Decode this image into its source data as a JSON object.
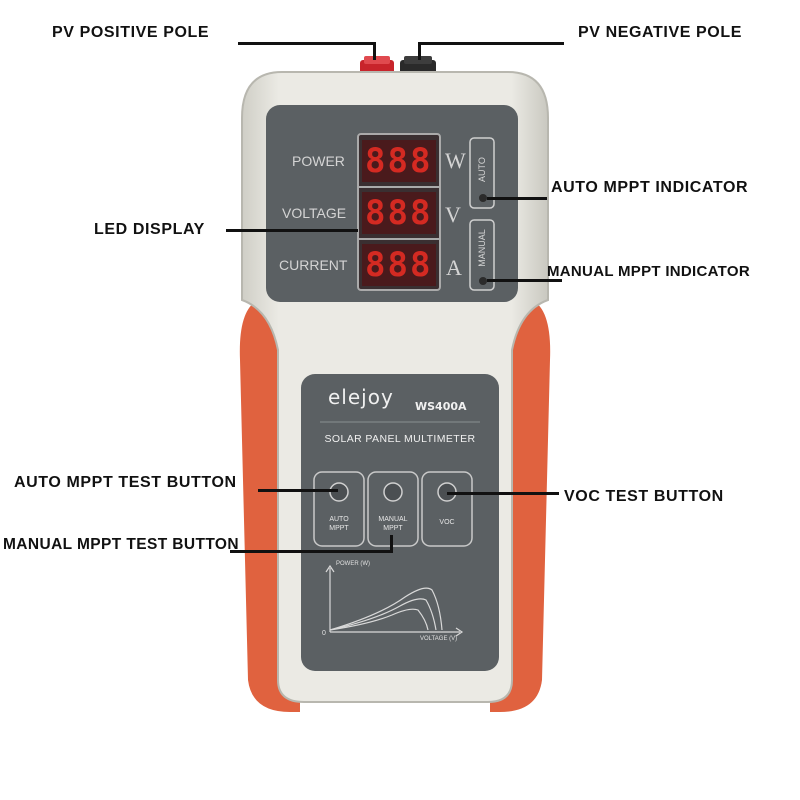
{
  "callouts": {
    "pv_positive": "PV POSITIVE POLE",
    "pv_negative": "PV NEGATIVE POLE",
    "led_display": "LED DISPLAY",
    "auto_indicator": "AUTO MPPT INDICATOR",
    "manual_indicator": "MANUAL MPPT INDICATOR",
    "auto_test_button": "AUTO MPPT TEST BUTTON",
    "manual_test_button": "MANUAL MPPT TEST BUTTON",
    "voc_test_button": "VOC TEST BUTTON"
  },
  "display": {
    "rows": [
      {
        "label": "POWER",
        "unit": "W",
        "digits": "888"
      },
      {
        "label": "VOLTAGE",
        "unit": "V",
        "digits": "888"
      },
      {
        "label": "CURRENT",
        "unit": "A",
        "digits": "888"
      }
    ],
    "indicator_auto": "AUTO",
    "indicator_manual": "MANUAL"
  },
  "panel": {
    "brand": "elejoy",
    "model": "WS400A",
    "subtitle": "SOLAR PANEL MULTIMETER",
    "buttons": [
      {
        "line1": "AUTO",
        "line2": "MPPT"
      },
      {
        "line1": "MANUAL",
        "line2": "MPPT"
      },
      {
        "line1": "VOC",
        "line2": ""
      }
    ],
    "graph": {
      "y_label": "POWER (W)",
      "x_label": "VOLTAGE (V)",
      "origin": "0"
    }
  },
  "colors": {
    "body": "#e4e3dc",
    "accent": "#e0623f",
    "panel": "#5b6063",
    "led_red": "#d42a22"
  }
}
